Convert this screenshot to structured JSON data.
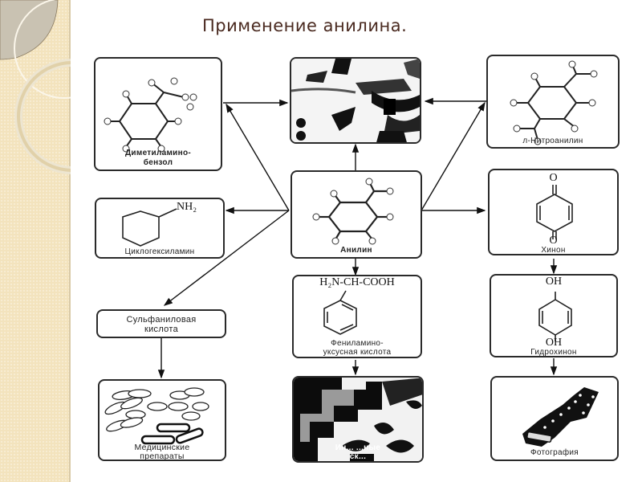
{
  "slide": {
    "title": "Применение анилина."
  },
  "diagram": {
    "center": {
      "label": "Анилин"
    },
    "nodes": {
      "dimethylaminobenzene": {
        "line1": "Диметиламино-",
        "line2": "бензол"
      },
      "dyes_top": {
        "label": ""
      },
      "nitroaniline": {
        "label": "л-Нитроанилин"
      },
      "cyclohexylamine": {
        "formula": "NH₂",
        "label": "Циклогексиламин"
      },
      "quinone": {
        "top": "O",
        "bottom": "O",
        "label": "Хинон"
      },
      "sulfanilic": {
        "line1": "Сульфаниловая",
        "line2": "кислота"
      },
      "phenylaminoacetic": {
        "formula": "H₂N-CH-COOH",
        "line1": "Фениламино-",
        "line2": "уксусная кислота"
      },
      "hydroquinone": {
        "top": "OH",
        "bottom": "OH",
        "label": "Гидрохинон"
      },
      "medicines": {
        "line1": "Медицинские",
        "line2": "препараты"
      },
      "fabrics": {
        "line1": "Ин...     ...ные",
        "line2": "ск..."
      },
      "photography": {
        "label": "Фотография"
      }
    }
  }
}
